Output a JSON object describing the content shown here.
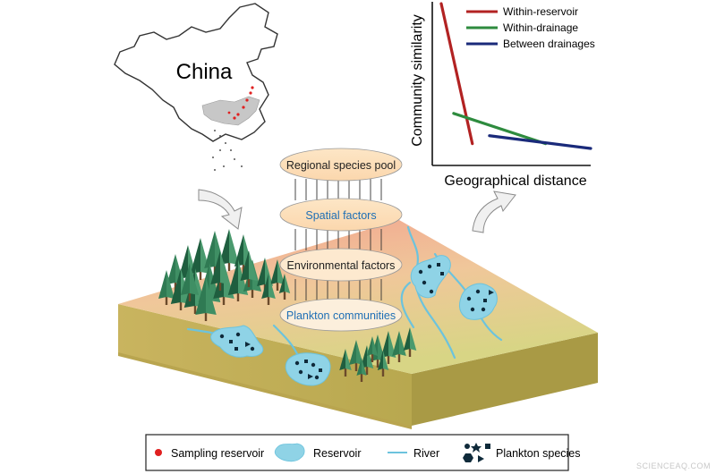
{
  "map": {
    "label": "China"
  },
  "chart_data": {
    "type": "line",
    "ylabel": "Community similarity",
    "xlabel": "Geographical distance",
    "xlim": [
      0,
      1
    ],
    "ylim": [
      0,
      1
    ],
    "series": [
      {
        "name": "Within-reservoir",
        "color": "#b22222",
        "points": [
          [
            0.04,
            1.0
          ],
          [
            0.24,
            0.12
          ]
        ]
      },
      {
        "name": "Within-drainage",
        "color": "#2e8b3e",
        "points": [
          [
            0.12,
            0.31
          ],
          [
            0.71,
            0.12
          ]
        ]
      },
      {
        "name": "Between drainages",
        "color": "#1a2a7a",
        "points": [
          [
            0.35,
            0.17
          ],
          [
            1.0,
            0.09
          ]
        ]
      }
    ]
  },
  "layers": [
    {
      "label": "Regional species pool",
      "color": "#222222"
    },
    {
      "label": "Spatial factors",
      "color": "#1f6fb5"
    },
    {
      "label": "Environmental factors",
      "color": "#222222"
    },
    {
      "label": "Plankton communities",
      "color": "#1f6fb5"
    }
  ],
  "legend": {
    "items": [
      {
        "label": "Sampling reservoir",
        "icon": "red-dot-icon"
      },
      {
        "label": "Reservoir",
        "icon": "reservoir-blob-icon"
      },
      {
        "label": "River",
        "icon": "river-line-icon"
      },
      {
        "label": "Plankton species",
        "icon": "plankton-shapes-icon"
      }
    ]
  },
  "watermark": "SCIENCEAQ.COM",
  "colors": {
    "reservoir": "#8fd3e6",
    "river": "#6cc3dd",
    "tree_dark": "#1f5e3f",
    "tree_light": "#3f8f64",
    "trunk": "#6b4a2b",
    "sampling": "#e02020"
  }
}
